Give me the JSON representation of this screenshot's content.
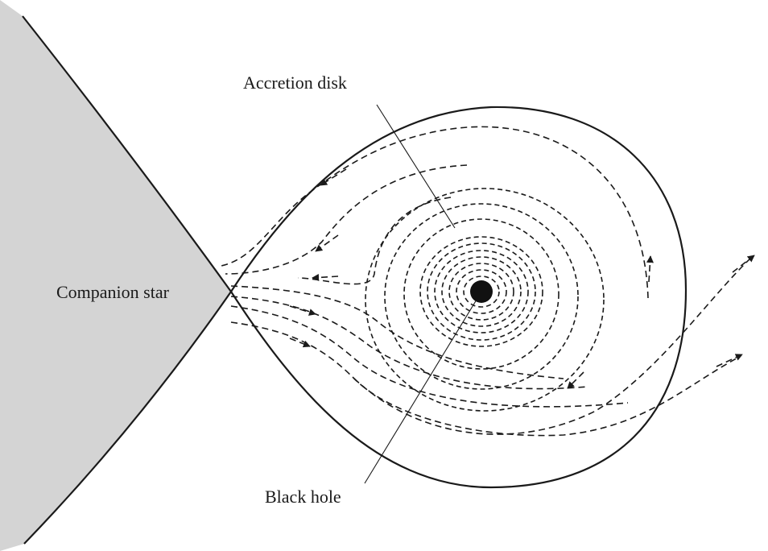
{
  "labels": {
    "accretion_disk": "Accretion disk",
    "companion_star": "Companion star",
    "black_hole": "Black hole"
  },
  "colors": {
    "star_fill": "#d4d4d4",
    "line": "#1a1a1a",
    "background": "#ffffff"
  }
}
